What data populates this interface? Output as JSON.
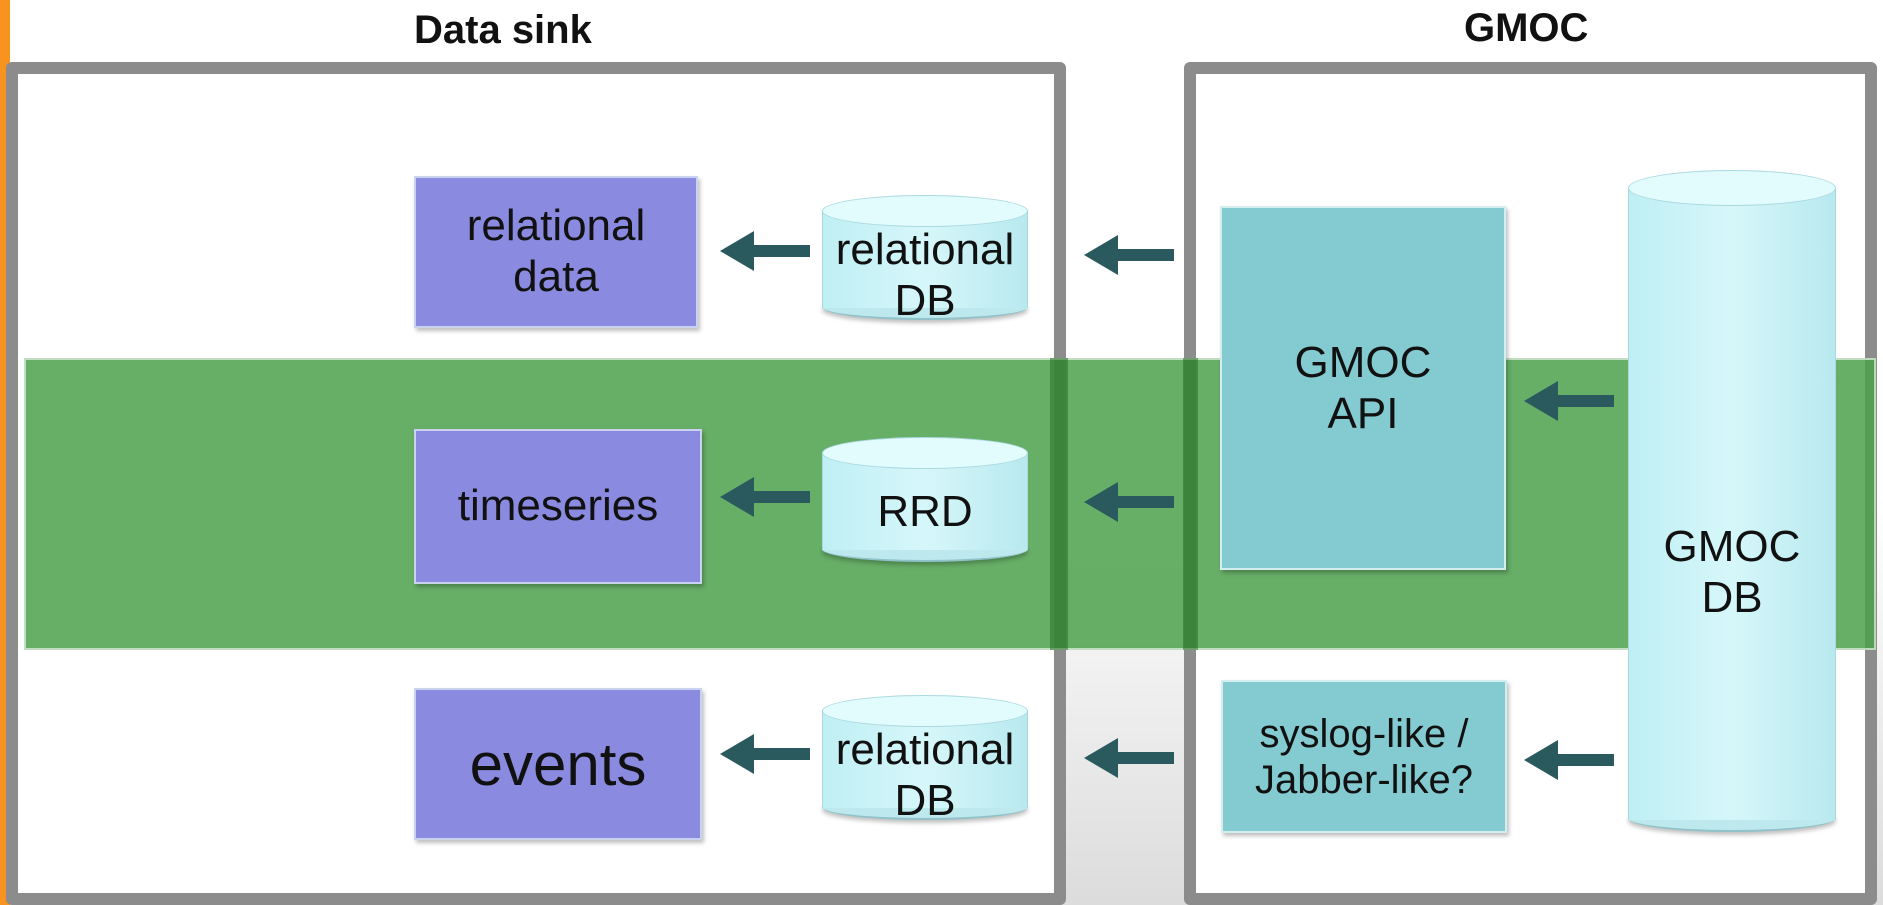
{
  "headings": {
    "data_sink": "Data sink",
    "gmoc": "GMOC"
  },
  "data_sink": {
    "relational_data": "relational\ndata",
    "timeseries": "timeseries",
    "events": "events",
    "relational_db_top": "relational\nDB",
    "rrd": "RRD",
    "relational_db_bottom": "relational\nDB"
  },
  "gmoc_side": {
    "api": "GMOC\nAPI",
    "syslog": "syslog-like /\nJabber-like?",
    "db": "GMOC\nDB"
  },
  "colors": {
    "accent_orange": "#f7931e",
    "panel_border": "#8c8c8c",
    "purple_box": "#8a8be0",
    "teal_box": "#83cbd1",
    "green_band": "#4ca04c",
    "arrow": "#2a5a5e",
    "cylinder": "#c8f1f5"
  }
}
